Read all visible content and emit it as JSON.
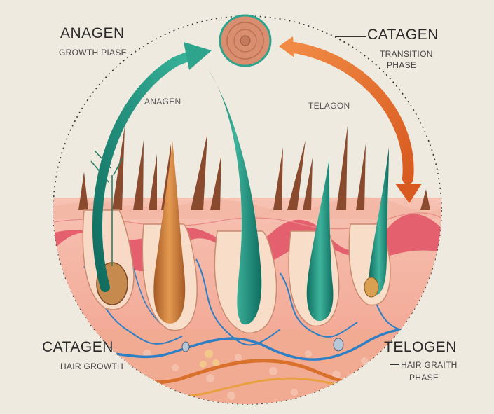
{
  "labels": {
    "top_left_title": "ANAGEN",
    "top_left_sub": "GROWTH PIASE",
    "top_right_title": "CATAGEN",
    "top_right_sub1": "TRANSITION",
    "top_right_sub2": "PHASE",
    "inner_left": "ANAGEN",
    "inner_right": "TELAGON",
    "bottom_left_title": "CATAGEN",
    "bottom_left_sub": "HAIR GROWTH",
    "bottom_right_title": "TELOGEN",
    "bottom_right_sub1": "HAIR GRAITH",
    "bottom_right_sub2": "PHASE"
  },
  "colors": {
    "background": "#efeadf",
    "green_arrow": "#1f8a78",
    "orange_arrow": "#e0672a",
    "skin_pink": "#f2a99a",
    "dermis_band": "#e4606e",
    "vein_blue": "#2f7fc4",
    "vessel_orange": "#d9702c",
    "hair_brown": "#8a4a2e",
    "follicle_teal": "#1f9482",
    "follicle_copper": "#c87836"
  }
}
